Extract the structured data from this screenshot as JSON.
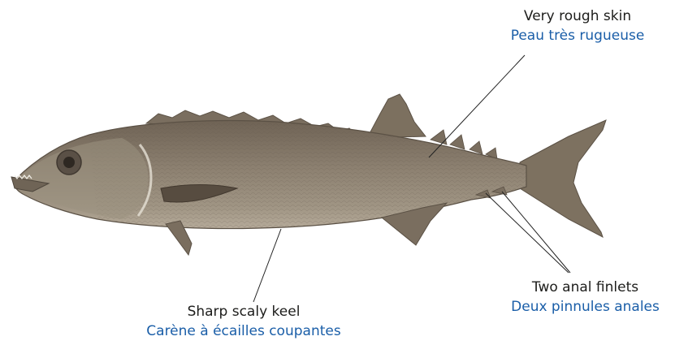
{
  "annotations": {
    "skin": {
      "en": "Very rough skin",
      "fr": "Peau très rugueuse"
    },
    "keel": {
      "en": "Sharp scaly keel",
      "fr": "Carène à écailles coupantes"
    },
    "finlets": {
      "en": "Two anal finlets",
      "fr": "Deux pinnules anales"
    }
  },
  "colors": {
    "french_text": "#1a5ea8",
    "english_text": "#1d1d1b",
    "fish_body": "#8c7f6e",
    "fish_dark": "#6b6052",
    "fish_belly": "#b2a796",
    "leader_line": "#222222"
  }
}
